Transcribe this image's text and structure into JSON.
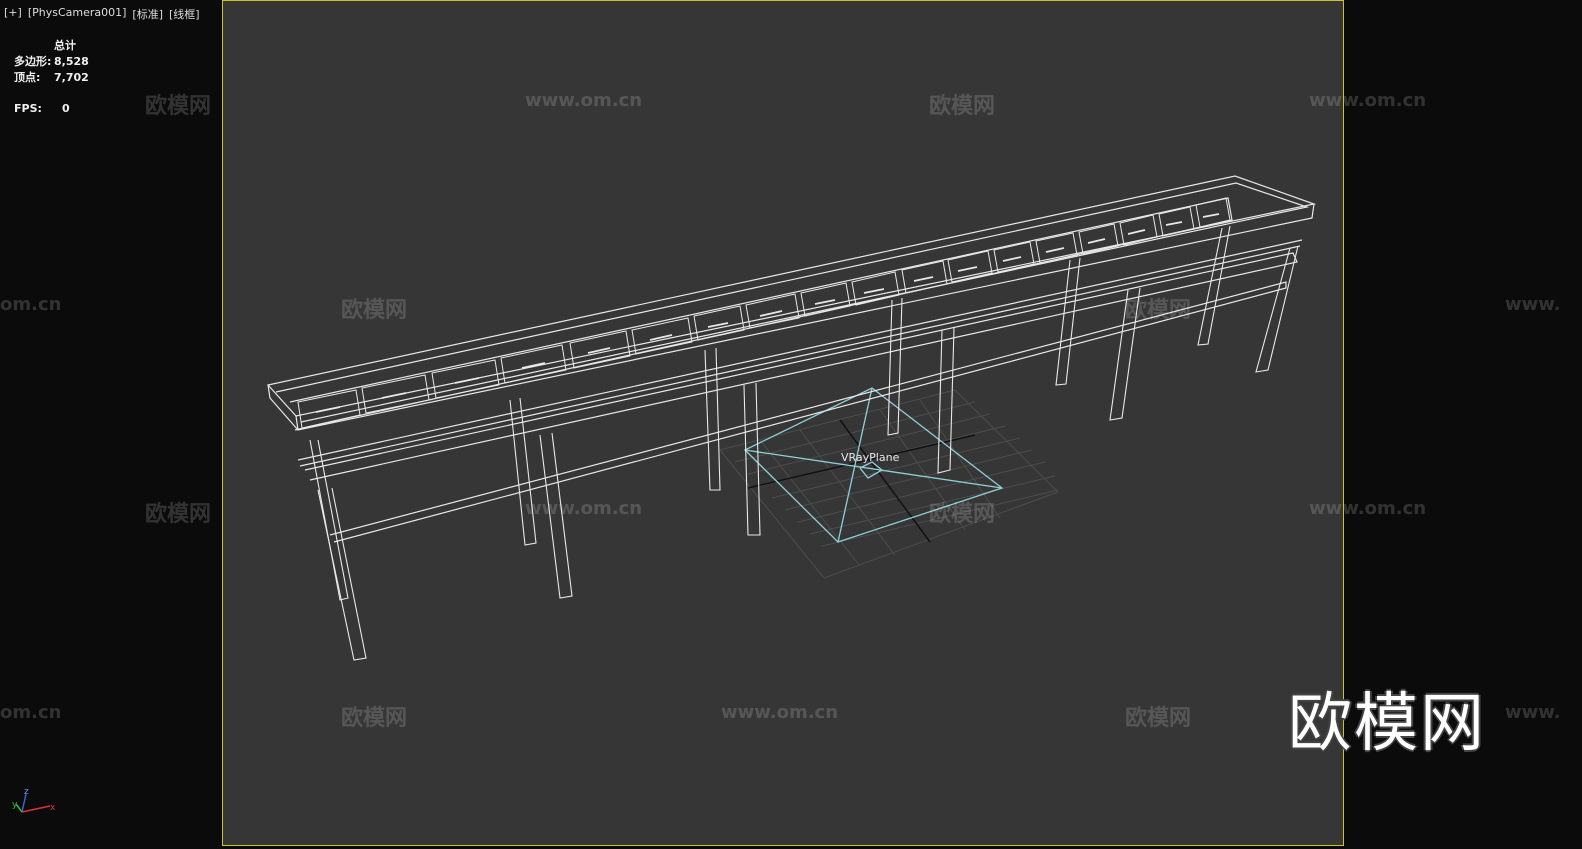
{
  "viewport": {
    "plus_menu": "[+]",
    "camera": "[PhysCamera001]",
    "shading_standard": "[标准]",
    "display_mode": "[线框]"
  },
  "stats": {
    "header": "总计",
    "polygons_label": "多边形:",
    "polygons_value": "8,528",
    "vertices_label": "顶点:",
    "vertices_value": "7,702",
    "fps_label": "FPS:",
    "fps_value": "0"
  },
  "scene": {
    "object_label": "VRayPlane"
  },
  "watermarks": {
    "brand_cn": "欧模网",
    "brand_url": "www.om.cn",
    "brand_url_partial": "om.cn",
    "brand_url_partial_left": "www.",
    "logo": "欧模网"
  },
  "axis": {
    "x": "x",
    "y": "y",
    "z": "z"
  },
  "colors": {
    "viewport_bg": "#363636",
    "safe_frame": "#c9c531",
    "wireframe": "#e8e8e8",
    "vray_plane": "#8fd0d8"
  }
}
